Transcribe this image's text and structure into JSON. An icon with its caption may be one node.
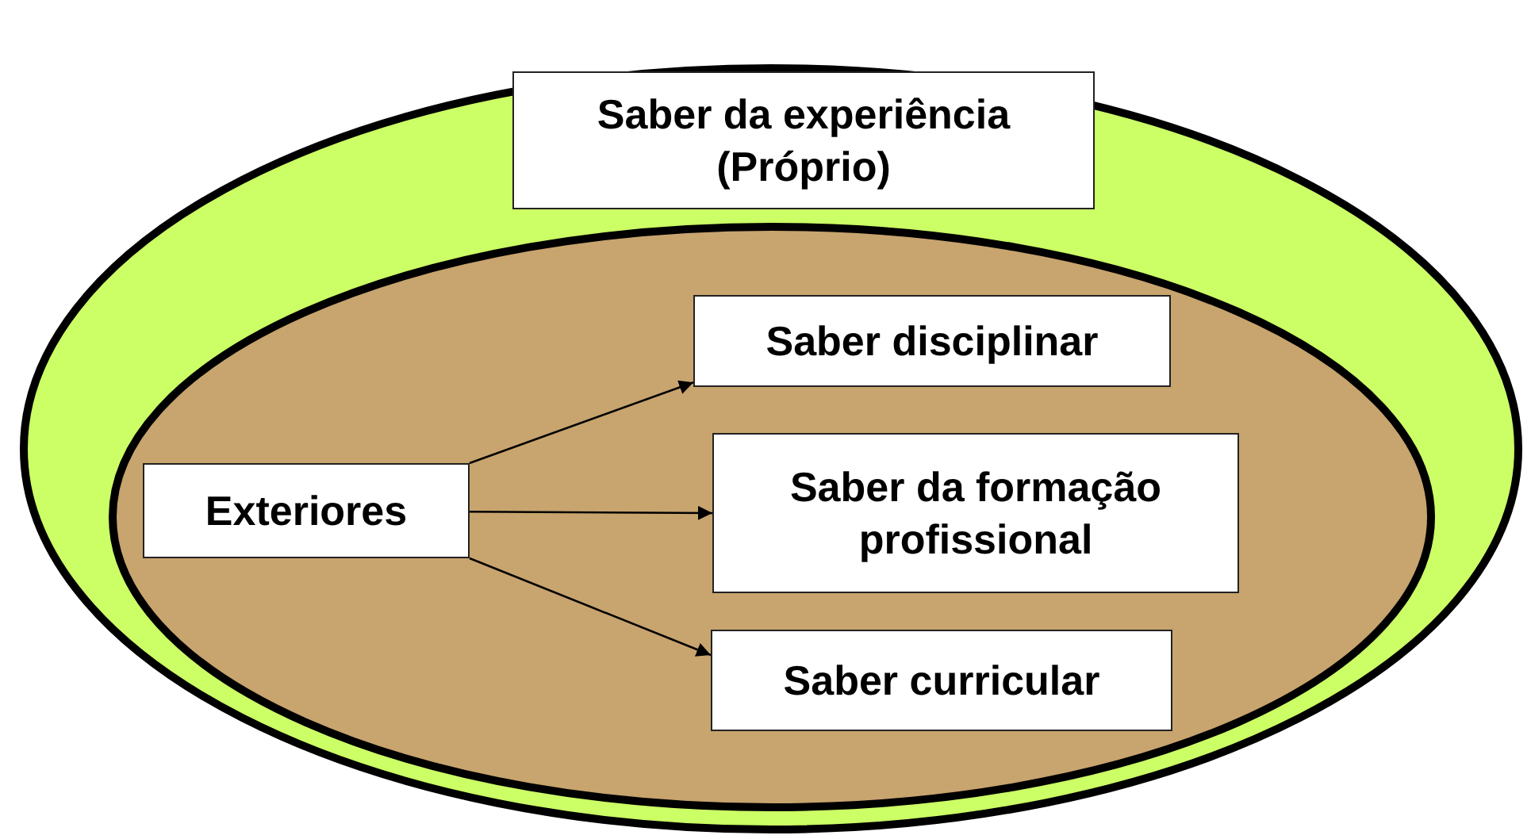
{
  "diagram": {
    "nodes": [
      {
        "text": [],
        "shape": "ellipse"
      },
      {
        "text": [
          "Saber da experiência (Próprio)"
        ],
        "in": 0
      },
      {
        "text": [],
        "shape": "ellipse",
        "in": 0
      },
      {
        "text": [
          "Exteriores"
        ],
        "in": 2
      },
      {
        "text": [
          "Saber disciplinar"
        ],
        "in": 2
      },
      {
        "text": [
          "Saber da formação profissional"
        ],
        "in": 2
      },
      {
        "text": [
          "Saber curricular"
        ],
        "in": 2
      }
    ],
    "edges": [
      {
        "from": 3,
        "to": 4,
        "arrow": "to"
      },
      {
        "from": 3,
        "to": 5,
        "arrow": "to"
      },
      {
        "from": 3,
        "to": 6,
        "arrow": "to"
      }
    ]
  }
}
